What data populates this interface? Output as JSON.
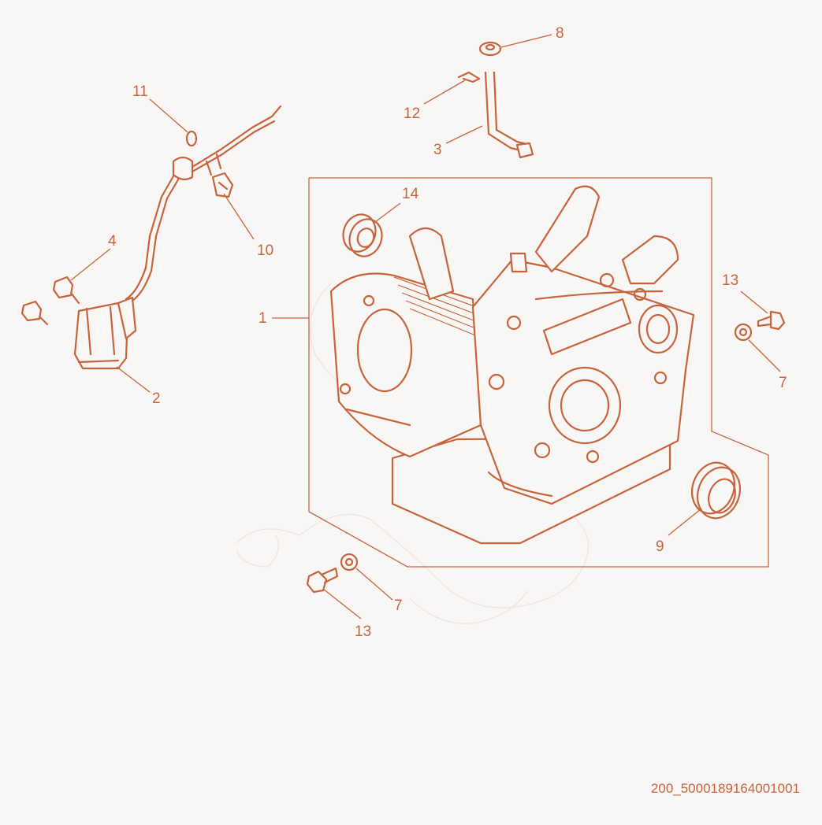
{
  "colors": {
    "line": "#c8643c",
    "background": "#f9f7f5",
    "watermark": "#eee4e0"
  },
  "callouts": {
    "c1": "1",
    "c2": "2",
    "c3": "3",
    "c4": "4",
    "c7a": "7",
    "c7b": "7",
    "c8": "8",
    "c9": "9",
    "c10": "10",
    "c11": "11",
    "c12": "12",
    "c13a": "13",
    "c13b": "13",
    "c14": "14"
  },
  "document_id": "200_5000189164001001"
}
